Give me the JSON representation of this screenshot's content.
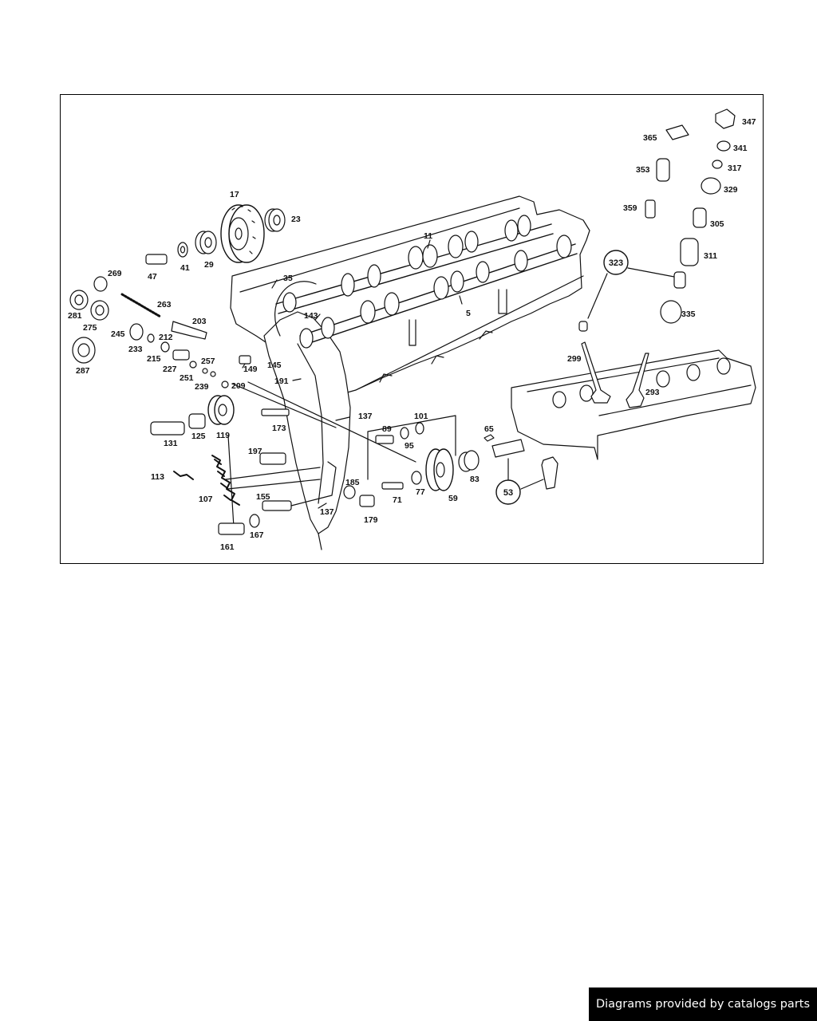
{
  "diagram": {
    "part_numbers": [
      "347",
      "365",
      "341",
      "317",
      "353",
      "329",
      "359",
      "305",
      "311",
      "323",
      "335",
      "17",
      "23",
      "11",
      "35",
      "143",
      "5",
      "47",
      "41",
      "29",
      "269",
      "263",
      "281",
      "275",
      "203",
      "245",
      "212",
      "233",
      "215",
      "287",
      "227",
      "251",
      "257",
      "239",
      "149",
      "145",
      "209",
      "191",
      "299",
      "293",
      "137",
      "119",
      "125",
      "131",
      "173",
      "89",
      "101",
      "95",
      "65",
      "197",
      "113",
      "107",
      "155",
      "185",
      "71",
      "77",
      "83",
      "59",
      "53",
      "179",
      "161",
      "167"
    ],
    "callout_numbers": [
      "323",
      "53"
    ]
  },
  "footer": {
    "text": "Diagrams provided by catalogs parts"
  }
}
